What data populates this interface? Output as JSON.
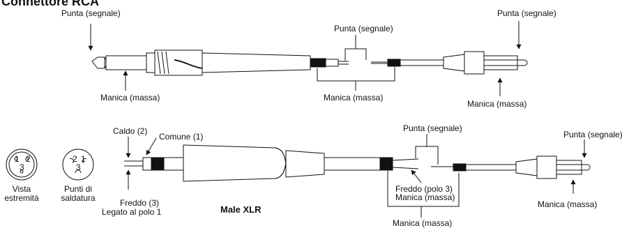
{
  "title": "Connettore RCA",
  "top_diagram": {
    "tip_left": "Punta (segnale)",
    "tip_middle": "Punta (segnale)",
    "tip_right": "Punta (segnale)",
    "sleeve_left": "Manica (massa)",
    "sleeve_middle": "Manica (massa)",
    "sleeve_right": "Manica (massa)"
  },
  "bottom_diagram": {
    "pin_view_numbers": [
      "1",
      "2",
      "3"
    ],
    "solder_view_numbers": [
      "2",
      "1",
      "3"
    ],
    "end_view_label_line1": "Vista",
    "end_view_label_line2": "estremità",
    "solder_label_line1": "Punti di",
    "solder_label_line2": "saldatura",
    "hot": "Caldo (2)",
    "common": "Comune (1)",
    "cold": "Freddo (3)",
    "cold_note": "Legato al polo 1",
    "connector_name": "Male XLR",
    "tip_middle": "Punta (segnale)",
    "tip_right": "Punta (segnale)",
    "cold_pole": "Freddo (polo 3)",
    "sleeve_middle": "Manica (massa)",
    "sleeve_bottom": "Manica (massa)",
    "sleeve_right": "Manica (massa)"
  }
}
